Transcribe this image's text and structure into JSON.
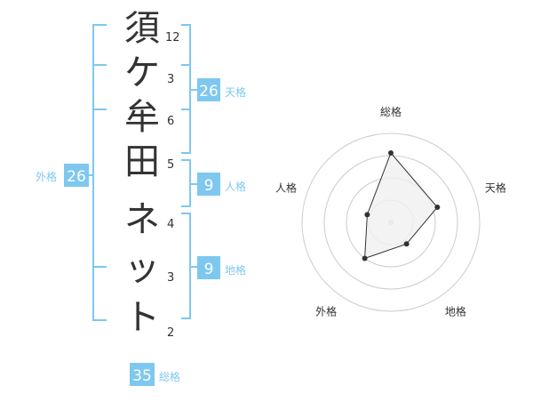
{
  "name": {
    "chars": [
      "須",
      "ケ",
      "牟",
      "田",
      "ネ",
      "ッ",
      "ト"
    ],
    "strokes": [
      "12",
      "3",
      "6",
      "5",
      "4",
      "3",
      "2"
    ]
  },
  "kakusu": {
    "tenkaku": {
      "value": "26",
      "label": "天格"
    },
    "jinkaku": {
      "value": "9",
      "label": "人格"
    },
    "chikaku": {
      "value": "9",
      "label": "地格"
    },
    "gaikaku": {
      "value": "26",
      "label": "外格"
    },
    "soukaku": {
      "value": "35",
      "label": "総格"
    }
  },
  "chart_data": {
    "type": "radar",
    "axes": [
      "総格",
      "天格",
      "地格",
      "外格",
      "人格"
    ],
    "values": [
      0.78,
      0.55,
      0.3,
      0.5,
      0.28
    ],
    "range": [
      0,
      1
    ],
    "rings": 4
  },
  "colors": {
    "accent": "#7ec8f0",
    "badge_bg": "#7ec8f0",
    "text": "#333333",
    "ring": "#cccccc",
    "polygon_fill": "#f0f0f0",
    "point": "#333333"
  }
}
